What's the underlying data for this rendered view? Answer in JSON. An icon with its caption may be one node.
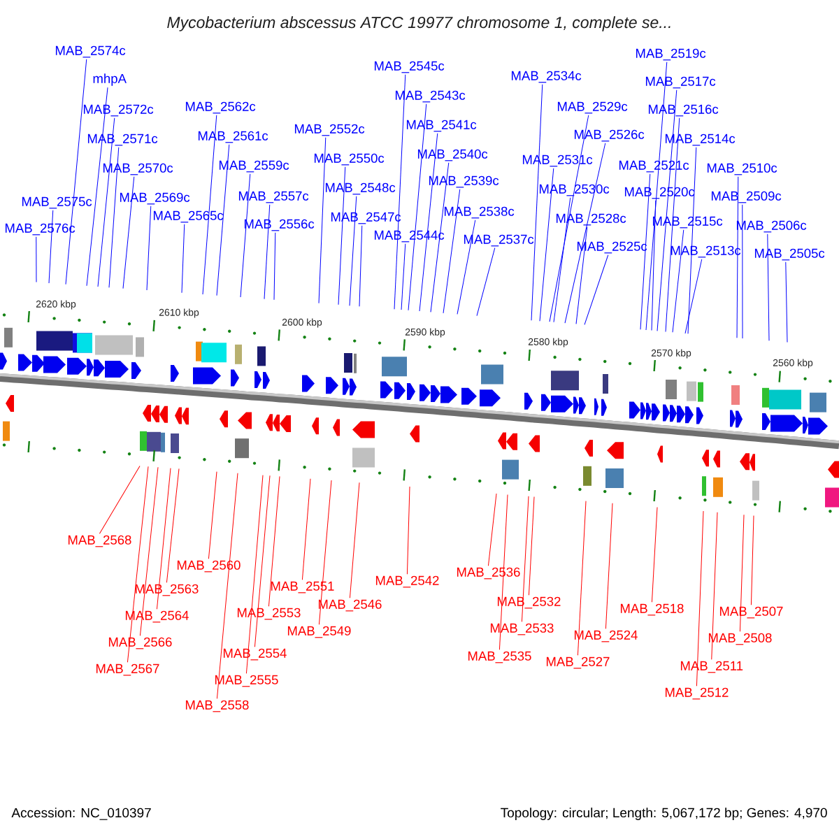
{
  "diagram": {
    "title": "Mycobacterium abscessus ATCC 19977 chromosome 1, complete se...",
    "nodes": [
      {
        "text": [
          "MAB_2574c"
        ]
      },
      {
        "text": [
          "mhpA"
        ]
      },
      {
        "text": [
          "MAB_2572c"
        ]
      },
      {
        "text": [
          "MAB_2571c"
        ]
      },
      {
        "text": [
          "MAB_2570c"
        ]
      },
      {
        "text": [
          "MAB_2569c"
        ]
      },
      {
        "text": [
          "MAB_2575c"
        ]
      },
      {
        "text": [
          "MAB_2576c"
        ]
      },
      {
        "text": [
          "MAB_2565c"
        ]
      },
      {
        "text": [
          "MAB_2562c"
        ]
      },
      {
        "text": [
          "MAB_2561c"
        ]
      },
      {
        "text": [
          "MAB_2559c"
        ]
      },
      {
        "text": [
          "MAB_2557c"
        ]
      },
      {
        "text": [
          "MAB_2556c"
        ]
      },
      {
        "text": [
          "MAB_2552c"
        ]
      },
      {
        "text": [
          "MAB_2550c"
        ]
      },
      {
        "text": [
          "MAB_2548c"
        ]
      },
      {
        "text": [
          "MAB_2547c"
        ]
      },
      {
        "text": [
          "MAB_2545c"
        ]
      },
      {
        "text": [
          "MAB_2543c"
        ]
      },
      {
        "text": [
          "MAB_2541c"
        ]
      },
      {
        "text": [
          "MAB_2540c"
        ]
      },
      {
        "text": [
          "MAB_2539c"
        ]
      },
      {
        "text": [
          "MAB_2538c"
        ]
      },
      {
        "text": [
          "MAB_2544c"
        ]
      },
      {
        "text": [
          "MAB_2537c"
        ]
      },
      {
        "text": [
          "MAB_2534c"
        ]
      },
      {
        "text": [
          "MAB_2529c"
        ]
      },
      {
        "text": [
          "MAB_2526c"
        ]
      },
      {
        "text": [
          "MAB_2531c"
        ]
      },
      {
        "text": [
          "MAB_2530c"
        ]
      },
      {
        "text": [
          "MAB_2528c"
        ]
      },
      {
        "text": [
          "MAB_2525c"
        ]
      },
      {
        "text": [
          "MAB_2519c"
        ]
      },
      {
        "text": [
          "MAB_2517c"
        ]
      },
      {
        "text": [
          "MAB_2516c"
        ]
      },
      {
        "text": [
          "MAB_2514c"
        ]
      },
      {
        "text": [
          "MAB_2521c"
        ]
      },
      {
        "text": [
          "MAB_2520c"
        ]
      },
      {
        "text": [
          "MAB_2515c"
        ]
      },
      {
        "text": [
          "MAB_2513c"
        ]
      },
      {
        "text": [
          "MAB_2510c"
        ]
      },
      {
        "text": [
          "MAB_2509c"
        ]
      },
      {
        "text": [
          "MAB_2506c"
        ]
      },
      {
        "text": [
          "MAB_2505c"
        ]
      },
      {
        "text": [
          "MAB_2568"
        ]
      },
      {
        "text": [
          "MAB_2560"
        ]
      },
      {
        "text": [
          "MAB_2563"
        ]
      },
      {
        "text": [
          "MAB_2564"
        ]
      },
      {
        "text": [
          "MAB_2566"
        ]
      },
      {
        "text": [
          "MAB_2567"
        ]
      },
      {
        "text": [
          "MAB_2551"
        ]
      },
      {
        "text": [
          "MAB_2553"
        ]
      },
      {
        "text": [
          "MAB_2546"
        ]
      },
      {
        "text": [
          "MAB_2549"
        ]
      },
      {
        "text": [
          "MAB_2554"
        ]
      },
      {
        "text": [
          "MAB_2555"
        ]
      },
      {
        "text": [
          "MAB_2558"
        ]
      },
      {
        "text": [
          "MAB_2542"
        ]
      },
      {
        "text": [
          "MAB_2536"
        ]
      },
      {
        "text": [
          "MAB_2532"
        ]
      },
      {
        "text": [
          "MAB_2533"
        ]
      },
      {
        "text": [
          "MAB_2535"
        ]
      },
      {
        "text": [
          "MAB_2518"
        ]
      },
      {
        "text": [
          "MAB_2524"
        ]
      },
      {
        "text": [
          "MAB_2527"
        ]
      },
      {
        "text": [
          "MAB_2507"
        ]
      },
      {
        "text": [
          "MAB_2508"
        ]
      },
      {
        "text": [
          "MAB_2511"
        ]
      },
      {
        "text": [
          "MAB_2512"
        ]
      }
    ],
    "edges": [
      {
        "from": 0,
        "to": null,
        "arrow": "none"
      },
      {
        "from": 1,
        "to": null,
        "arrow": "none"
      },
      {
        "from": 2,
        "to": null,
        "arrow": "none"
      },
      {
        "from": 3,
        "to": null,
        "arrow": "none"
      },
      {
        "from": 4,
        "to": null,
        "arrow": "none"
      },
      {
        "from": 5,
        "to": null,
        "arrow": "none"
      },
      {
        "from": 6,
        "to": null,
        "arrow": "none"
      },
      {
        "from": 7,
        "to": null,
        "arrow": "none"
      },
      {
        "from": 8,
        "to": null,
        "arrow": "none"
      },
      {
        "from": 9,
        "to": null,
        "arrow": "none"
      },
      {
        "from": 10,
        "to": null,
        "arrow": "none"
      },
      {
        "from": 11,
        "to": null,
        "arrow": "none"
      },
      {
        "from": 12,
        "to": null,
        "arrow": "none"
      },
      {
        "from": 13,
        "to": null,
        "arrow": "none"
      },
      {
        "from": 14,
        "to": null,
        "arrow": "none"
      },
      {
        "from": 15,
        "to": null,
        "arrow": "none"
      },
      {
        "from": 16,
        "to": null,
        "arrow": "none"
      },
      {
        "from": 17,
        "to": null,
        "arrow": "none"
      },
      {
        "from": 18,
        "to": null,
        "arrow": "none"
      },
      {
        "from": 19,
        "to": null,
        "arrow": "none"
      },
      {
        "from": 20,
        "to": null,
        "arrow": "none"
      },
      {
        "from": 21,
        "to": null,
        "arrow": "none"
      },
      {
        "from": 22,
        "to": null,
        "arrow": "none"
      },
      {
        "from": 23,
        "to": null,
        "arrow": "none"
      },
      {
        "from": 24,
        "to": null,
        "arrow": "none"
      },
      {
        "from": 25,
        "to": null,
        "arrow": "none"
      },
      {
        "from": 26,
        "to": null,
        "arrow": "none"
      },
      {
        "from": 27,
        "to": null,
        "arrow": "none"
      },
      {
        "from": 28,
        "to": null,
        "arrow": "none"
      },
      {
        "from": 29,
        "to": null,
        "arrow": "none"
      },
      {
        "from": 30,
        "to": null,
        "arrow": "none"
      },
      {
        "from": 31,
        "to": null,
        "arrow": "none"
      },
      {
        "from": 32,
        "to": null,
        "arrow": "none"
      },
      {
        "from": 33,
        "to": null,
        "arrow": "none"
      },
      {
        "from": 34,
        "to": null,
        "arrow": "none"
      },
      {
        "from": 35,
        "to": null,
        "arrow": "none"
      },
      {
        "from": 36,
        "to": null,
        "arrow": "none"
      },
      {
        "from": 37,
        "to": null,
        "arrow": "none"
      },
      {
        "from": 38,
        "to": null,
        "arrow": "none"
      },
      {
        "from": 39,
        "to": null,
        "arrow": "none"
      },
      {
        "from": 40,
        "to": null,
        "arrow": "none"
      },
      {
        "from": 41,
        "to": null,
        "arrow": "none"
      },
      {
        "from": 42,
        "to": null,
        "arrow": "none"
      },
      {
        "from": 43,
        "to": null,
        "arrow": "none"
      },
      {
        "from": 44,
        "to": null,
        "arrow": "none"
      },
      {
        "from": 45,
        "to": null,
        "arrow": "none",
        "color": "#ff0000"
      },
      {
        "from": 46,
        "to": null,
        "arrow": "none",
        "color": "#ff0000"
      },
      {
        "from": 47,
        "to": null,
        "arrow": "none",
        "color": "#ff0000"
      },
      {
        "from": 48,
        "to": null,
        "arrow": "none",
        "color": "#ff0000"
      },
      {
        "from": 49,
        "to": null,
        "arrow": "none",
        "color": "#ff0000"
      },
      {
        "from": 50,
        "to": null,
        "arrow": "none",
        "color": "#ff0000"
      },
      {
        "from": 51,
        "to": null,
        "arrow": "none",
        "color": "#ff0000"
      },
      {
        "from": 52,
        "to": null,
        "arrow": "none",
        "color": "#ff0000"
      },
      {
        "from": 53,
        "to": null,
        "arrow": "none",
        "color": "#ff0000"
      },
      {
        "from": 54,
        "to": null,
        "arrow": "none",
        "color": "#ff0000"
      },
      {
        "from": 55,
        "to": null,
        "arrow": "none",
        "color": "#ff0000"
      },
      {
        "from": 56,
        "to": null,
        "arrow": "none",
        "color": "#ff0000"
      },
      {
        "from": 57,
        "to": null,
        "arrow": "none",
        "color": "#ff0000"
      },
      {
        "from": 58,
        "to": null,
        "arrow": "none",
        "color": "#ff0000"
      },
      {
        "from": 59,
        "to": null,
        "arrow": "none",
        "color": "#ff0000"
      },
      {
        "from": 60,
        "to": null,
        "arrow": "none",
        "color": "#ff0000"
      },
      {
        "from": 61,
        "to": null,
        "arrow": "none",
        "color": "#ff0000"
      },
      {
        "from": 62,
        "to": null,
        "arrow": "none",
        "color": "#ff0000"
      },
      {
        "from": 63,
        "to": null,
        "arrow": "none",
        "color": "#ff0000"
      },
      {
        "from": 64,
        "to": null,
        "arrow": "none",
        "color": "#ff0000"
      },
      {
        "from": 65,
        "to": null,
        "arrow": "none",
        "color": "#ff0000"
      },
      {
        "from": 66,
        "to": null,
        "arrow": "none",
        "color": "#ff0000"
      },
      {
        "from": 67,
        "to": null,
        "arrow": "none",
        "color": "#ff0000"
      },
      {
        "from": 68,
        "to": null,
        "arrow": "none",
        "color": "#ff0000"
      },
      {
        "from": 69,
        "to": null,
        "arrow": "none",
        "color": "#ff0000"
      }
    ],
    "labels": [
      "2620 kbp",
      "2610 kbp",
      "2600 kbp",
      "2590 kbp",
      "2580 kbp",
      "2570 kbp",
      "2560 kbp",
      "Accession: NC_010397",
      "Topology: circular; Length: 5,067,172 bp; Genes: 4,970"
    ]
  }
}
